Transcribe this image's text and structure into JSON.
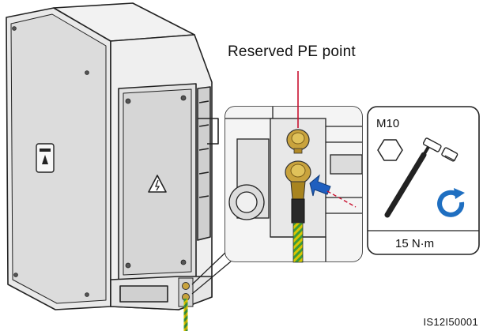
{
  "callout": {
    "title": "Reserved PE point"
  },
  "tool_panel": {
    "bolt_size": "M10",
    "torque": "15 N·m"
  },
  "figure": {
    "id": "IS12I50001"
  },
  "colors": {
    "callout_line": "#c8102e",
    "arrow": "#1f5fbf",
    "rotation_icon": "#1f6fc1",
    "pe_cable_yellow": "#d9c600",
    "pe_cable_green": "#3a9a3a",
    "brass_terminal": "#c9a33d"
  },
  "icons": [
    "hex-nut-icon",
    "torque-wrench-icon",
    "clockwise-rotation-icon",
    "electric-warning-icon",
    "nameplate-icon"
  ]
}
